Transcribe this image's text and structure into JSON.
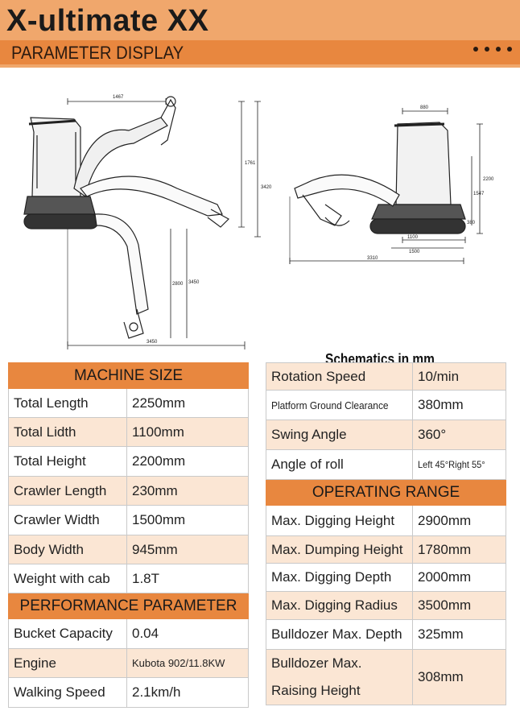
{
  "header": {
    "brand": "X-ultimate XX",
    "subtitle": "PARAMETER DISPLAY"
  },
  "diagram": {
    "caption": "Schematics in mm",
    "dims": {
      "a": "1467",
      "b": "1761",
      "c": "3420",
      "d": "2800",
      "e": "3450",
      "f": "880",
      "g": "2200",
      "h": "1547",
      "i": "1100",
      "j": "1500",
      "k": "3310",
      "l": "380"
    }
  },
  "machine_size": {
    "title": "MACHINE SIZE",
    "rows": [
      {
        "label": "Total Length",
        "value": "2250mm"
      },
      {
        "label": "Total Lidth",
        "value": "1100mm"
      },
      {
        "label": "Total Height",
        "value": "2200mm"
      },
      {
        "label": "Crawler Length",
        "value": "230mm"
      },
      {
        "label": "Crawler Width",
        "value": "1500mm"
      },
      {
        "label": "Body Width",
        "value": "945mm"
      },
      {
        "label": "Weight with cab",
        "value": "1.8T"
      }
    ]
  },
  "performance": {
    "title": "PERFORMANCE PARAMETER",
    "rows": [
      {
        "label": "Bucket Capacity",
        "value": "0.04"
      },
      {
        "label": "Engine",
        "value": "Kubota 902/11.8KW"
      },
      {
        "label": "Walking Speed",
        "value": "2.1km/h"
      }
    ]
  },
  "general": {
    "rows": [
      {
        "label": "Rotation Speed",
        "value": "10/min"
      },
      {
        "label": "Platform Ground Clearance",
        "value": "380mm"
      },
      {
        "label": "Swing Angle",
        "value": "360°"
      },
      {
        "label": "Angle of roll",
        "value": "Left 45°Right 55°"
      }
    ]
  },
  "operating_range": {
    "title": "OPERATING RANGE",
    "rows": [
      {
        "label": "Max. Digging Height",
        "value": "2900mm"
      },
      {
        "label": "Max. Dumping Height",
        "value": "1780mm"
      },
      {
        "label": "Max. Digging Depth",
        "value": "2000mm"
      },
      {
        "label": "Max. Digging Radius",
        "value": "3500mm"
      },
      {
        "label": "Bulldozer Max. Depth",
        "value": "325mm"
      }
    ],
    "last_row": {
      "label_line1": "Bulldozer Max.",
      "label_line2": "Raising Height",
      "value": "308mm"
    }
  },
  "colors": {
    "banner": "#f0a76c",
    "header_bar": "#e8873f",
    "row_tint": "#fbe6d4"
  }
}
